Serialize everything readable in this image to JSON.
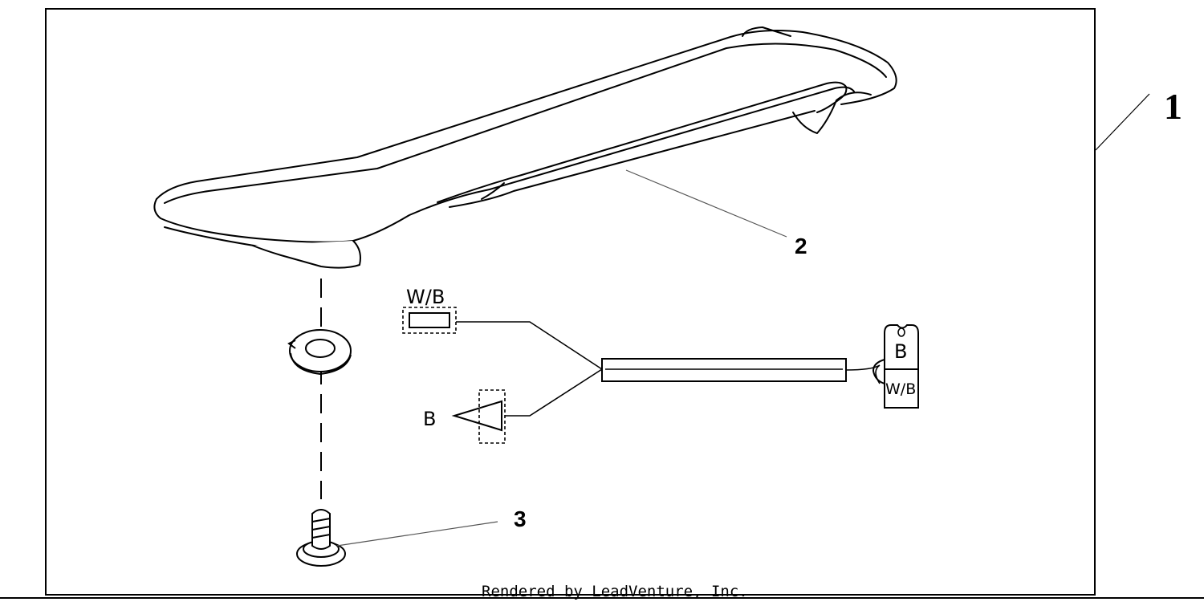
{
  "callouts": {
    "kit": "1",
    "spoiler": "2",
    "screw": "3"
  },
  "wire_labels": {
    "connector_top": "W/B",
    "connector_left": "B",
    "terminal_top": "B",
    "terminal_bottom": "W/B"
  },
  "footer": {
    "credit": "Rendered by LeadVenture, Inc."
  },
  "colors": {
    "line": "#000000",
    "background": "#ffffff",
    "leader": "#555555"
  }
}
